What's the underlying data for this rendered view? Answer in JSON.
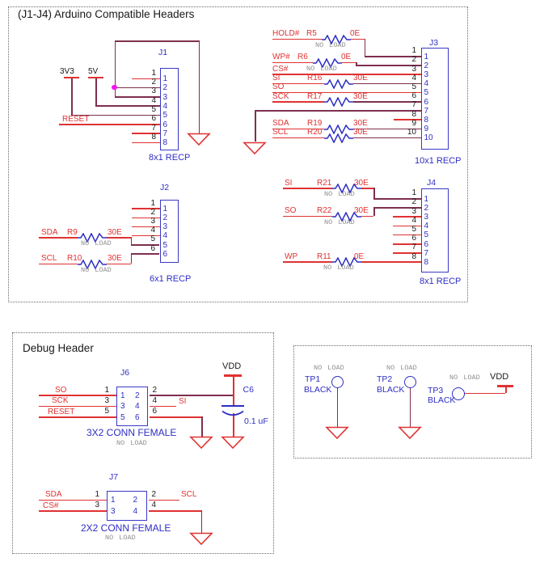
{
  "sections": {
    "arduino": {
      "title": "(J1-J4) Arduino Compatible Headers"
    },
    "debug": {
      "title": "Debug Header"
    }
  },
  "connectors": {
    "J1": {
      "ref": "J1",
      "type": "8x1 RECP",
      "pins": [
        "1",
        "2",
        "3",
        "4",
        "5",
        "6",
        "7",
        "8"
      ]
    },
    "J2": {
      "ref": "J2",
      "type": "6x1 RECP",
      "pins": [
        "1",
        "2",
        "3",
        "4",
        "5",
        "6"
      ]
    },
    "J3": {
      "ref": "J3",
      "type": "10x1 RECP",
      "pins": [
        "1",
        "2",
        "3",
        "4",
        "5",
        "6",
        "7",
        "8",
        "9",
        "10"
      ]
    },
    "J4": {
      "ref": "J4",
      "type": "8x1 RECP",
      "pins": [
        "1",
        "2",
        "3",
        "4",
        "5",
        "6",
        "7",
        "8"
      ]
    },
    "J6": {
      "ref": "J6",
      "type": "3X2 CONN FEMALE",
      "noload": "NO LOAD",
      "pins": [
        "1",
        "2",
        "3",
        "4",
        "5",
        "6"
      ]
    },
    "J7": {
      "ref": "J7",
      "type": "2X2 CONN FEMALE",
      "noload": "NO LOAD",
      "pins": [
        "1",
        "2",
        "3",
        "4"
      ]
    }
  },
  "resistors": {
    "R5": {
      "ref": "R5",
      "value": "0E",
      "noload": "NO LOAD"
    },
    "R6": {
      "ref": "R6",
      "value": "0E",
      "noload": "NO LOAD"
    },
    "R16": {
      "ref": "R16",
      "value": "30E"
    },
    "R17": {
      "ref": "R17",
      "value": "30E"
    },
    "R19": {
      "ref": "R19",
      "value": "30E"
    },
    "R20": {
      "ref": "R20",
      "value": "30E"
    },
    "R9": {
      "ref": "R9",
      "value": "30E",
      "noload": "NO LOAD"
    },
    "R10": {
      "ref": "R10",
      "value": "30E",
      "noload": "NO LOAD"
    },
    "R21": {
      "ref": "R21",
      "value": "30E",
      "noload": "NO LOAD"
    },
    "R22": {
      "ref": "R22",
      "value": "30E",
      "noload": "NO LOAD"
    },
    "R11": {
      "ref": "R11",
      "value": "0E",
      "noload": "NO LOAD"
    }
  },
  "capacitors": {
    "C6": {
      "ref": "C6",
      "value": "0.1 uF"
    }
  },
  "testpoints": {
    "TP1": {
      "ref": "TP1",
      "color": "BLACK",
      "noload": "NO LOAD"
    },
    "TP2": {
      "ref": "TP2",
      "color": "BLACK",
      "noload": "NO LOAD"
    },
    "TP3": {
      "ref": "TP3",
      "color": "BLACK",
      "noload": "NO LOAD"
    }
  },
  "nets": {
    "v3v3": "3V3",
    "v5v": "5V",
    "reset": "RESET",
    "hold": "HOLD#",
    "wp_n": "WP#",
    "cs_n": "CS#",
    "si": "SI",
    "so": "SO",
    "sck": "SCK",
    "sda": "SDA",
    "scl": "SCL",
    "wp": "WP",
    "vdd": "VDD"
  },
  "colors": {
    "wire": "#7E2F4F",
    "red": "#E03232",
    "blue": "#2E2EC4",
    "boxblue": "#3939C6",
    "gray": "#8F8F8F",
    "black": "#1A1A1A",
    "magenta": "#F218F2"
  }
}
